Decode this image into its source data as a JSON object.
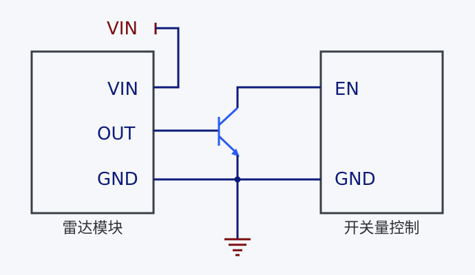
{
  "colors": {
    "background": "#f5f7fa",
    "box_stroke": "#3a3f47",
    "wire": "#0c1a7a",
    "pin_text": "#0c1a7a",
    "supply": "#7a0d0d",
    "transistor": "#2a5cf0",
    "caption_text": "#2f3136"
  },
  "supply": {
    "label": "VIN"
  },
  "radar_module": {
    "caption": "雷达模块",
    "pins": {
      "vin": "VIN",
      "out": "OUT",
      "gnd": "GND"
    }
  },
  "switch_controller": {
    "caption": "开关量控制",
    "pins": {
      "en": "EN",
      "gnd": "GND"
    }
  },
  "components": {
    "transistor": "npn-transistor-icon",
    "ground": "ground-icon"
  }
}
